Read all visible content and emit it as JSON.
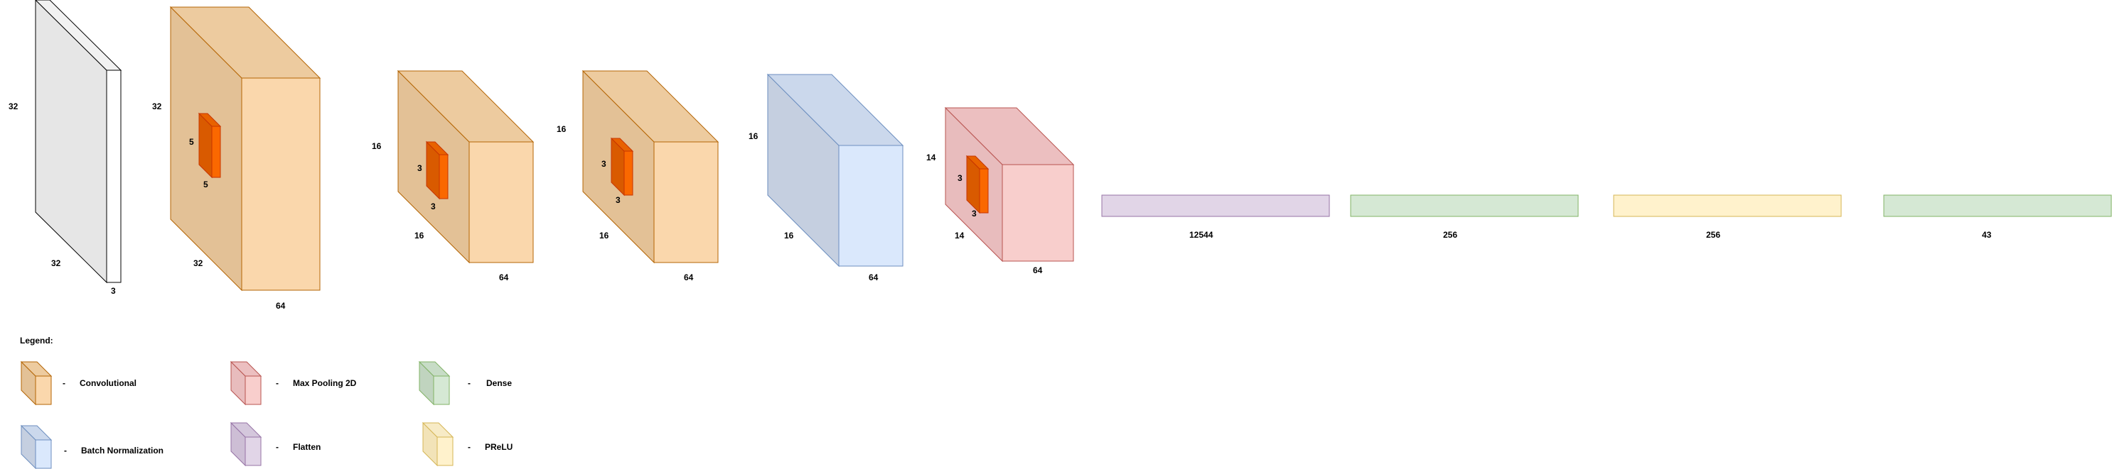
{
  "colors": {
    "input": {
      "front": "#ffffff",
      "side": "#e6e6e6",
      "top": "#f2f2f2",
      "stroke": "#000000"
    },
    "convolutional": {
      "front": "#fad7ac",
      "side": "#e3c196",
      "top": "#edcb9f",
      "stroke": "#b46504"
    },
    "max_pooling": {
      "front": "#f8cecc",
      "side": "#e8bcbd",
      "top": "#ecbfc0",
      "stroke": "#b85450"
    },
    "batch_normalization": {
      "front": "#dae8fc",
      "side": "#c5cfe0",
      "top": "#cbd8ec",
      "stroke": "#6c8ebf"
    },
    "dense": {
      "front": "#d5e8d4",
      "side": "#c0d4bf",
      "top": "#c7dcc6",
      "stroke": "#82b366"
    },
    "flatten": {
      "front": "#e1d5e7",
      "side": "#cdbed5",
      "top": "#d4c7dc",
      "stroke": "#9673a6"
    },
    "prelu": {
      "front": "#fff2cc",
      "side": "#f2e3b8",
      "top": "#f7ebc6",
      "stroke": "#d6b656"
    },
    "kernel": {
      "front": "#fa6800",
      "side": "#d95a00",
      "top": "#e86200",
      "stroke": "#c73500"
    }
  },
  "layers": [
    {
      "id": "input",
      "type": "input",
      "height_label": "32",
      "width_label": "32",
      "depth_label": "3"
    },
    {
      "id": "conv1",
      "type": "convolutional",
      "height_label": "32",
      "width_label": "32",
      "depth_label": "64",
      "kernel": [
        "5",
        "5"
      ]
    },
    {
      "id": "conv2",
      "type": "convolutional",
      "height_label": "16",
      "width_label": "16",
      "depth_label": "64",
      "kernel": [
        "3",
        "3"
      ]
    },
    {
      "id": "conv3",
      "type": "convolutional",
      "height_label": "16",
      "width_label": "16",
      "depth_label": "64",
      "kernel": [
        "3",
        "3"
      ]
    },
    {
      "id": "batchnorm",
      "type": "batch_normalization",
      "height_label": "16",
      "width_label": "16",
      "depth_label": "64"
    },
    {
      "id": "maxpool",
      "type": "max_pooling",
      "height_label": "14",
      "width_label": "14",
      "depth_label": "64",
      "kernel": [
        "3",
        "3"
      ]
    },
    {
      "id": "flatten",
      "type": "flatten",
      "size_label": "12544"
    },
    {
      "id": "dense1",
      "type": "dense",
      "size_label": "256"
    },
    {
      "id": "prelu",
      "type": "prelu",
      "size_label": "256"
    },
    {
      "id": "dense2",
      "type": "dense",
      "size_label": "43"
    }
  ],
  "legend": {
    "title": "Legend:",
    "separator": "-",
    "items": [
      {
        "type": "convolutional",
        "label": "Convolutional"
      },
      {
        "type": "max_pooling",
        "label": "Max Pooling 2D"
      },
      {
        "type": "dense",
        "label": "Dense"
      },
      {
        "type": "batch_normalization",
        "label": "Batch Normalization"
      },
      {
        "type": "flatten",
        "label": "Flatten"
      },
      {
        "type": "prelu",
        "label": "PReLU"
      }
    ]
  }
}
